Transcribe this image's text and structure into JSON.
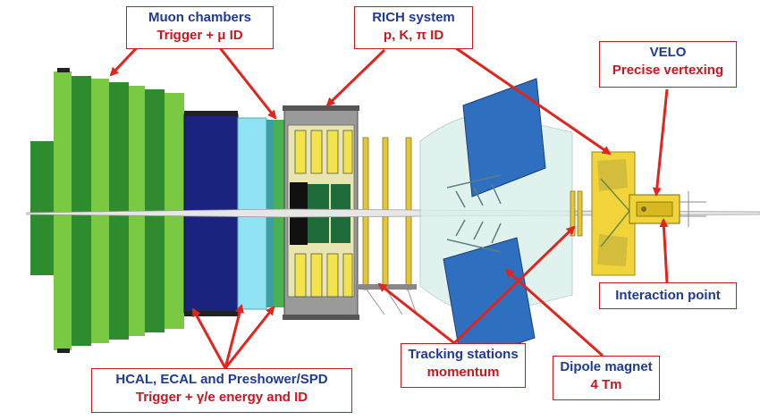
{
  "labels": {
    "muon": {
      "line1": "Muon chambers",
      "line2": "Trigger + μ ID"
    },
    "rich": {
      "line1": "RICH system",
      "line2": "p, K, π  ID"
    },
    "velo": {
      "line1": "VELO",
      "line2": "Precise vertexing"
    },
    "interaction": {
      "line1": "Interaction point"
    },
    "calo": {
      "line1": "HCAL, ECAL and Preshower/SPD",
      "line2": "Trigger + γ/e energy and ID"
    },
    "tracking": {
      "line1": "Tracking stations",
      "line2": "momentum"
    },
    "dipole": {
      "line1": "Dipole magnet",
      "line2": "4 Tm"
    }
  },
  "colors": {
    "label_border": "#c8171e",
    "title_text": "#1f3a93",
    "subtitle_text": "#c8171e",
    "arrow": "#e0241e",
    "muon_green": "#2e8b2e",
    "muon_light_green": "#7ac943",
    "hcal_blue": "#1a237e",
    "ecal_cyan": "#8fe3f2",
    "rich_yellow": "#f2e44a",
    "magnet_blue": "#2f6fc0",
    "velo_yellow": "#f0d43a"
  }
}
